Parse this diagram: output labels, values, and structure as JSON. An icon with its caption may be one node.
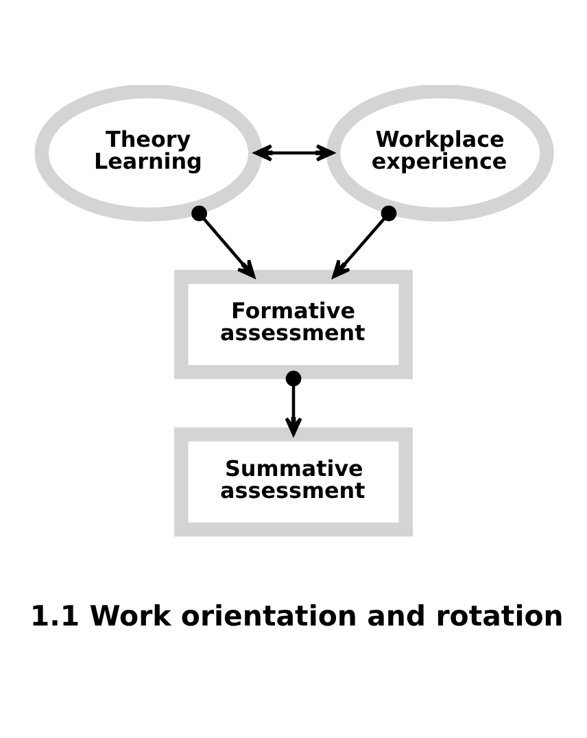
{
  "diagram": {
    "nodes": [
      {
        "text": [
          "Theory Learning"
        ]
      },
      {
        "text": [
          "Workplace experience"
        ]
      },
      {
        "text": [
          "Formative assessment"
        ]
      },
      {
        "text": [
          "Summative assessment"
        ]
      }
    ],
    "edges": [
      {
        "from": 0,
        "to": 1,
        "arrow": "both"
      },
      {
        "from": 0,
        "to": 2,
        "arrow": "to"
      },
      {
        "from": 1,
        "to": 2,
        "arrow": "to"
      },
      {
        "from": 2,
        "to": 3,
        "arrow": "to"
      }
    ],
    "labels": [
      "1.1 Work orientation and rotation"
    ]
  }
}
